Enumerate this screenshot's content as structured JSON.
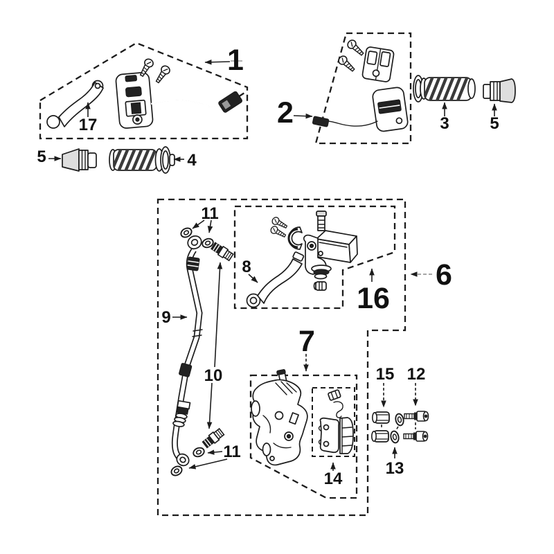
{
  "figure": {
    "kind": "exploded parts diagram - handlebar controls and front brake system",
    "background": "#ffffff",
    "ink": "#1c1c1c"
  },
  "callouts": {
    "n1": "1",
    "n2": "2",
    "n3": "3",
    "n4": "4",
    "n5_left": "5",
    "n5_right": "5",
    "n6": "6",
    "n7": "7",
    "n8": "8",
    "n9": "9",
    "n10": "10",
    "n11_top": "11",
    "n11_bottom": "11",
    "n12": "12",
    "n13": "13",
    "n14": "14",
    "n15": "15",
    "n16": "16",
    "n17": "17"
  }
}
